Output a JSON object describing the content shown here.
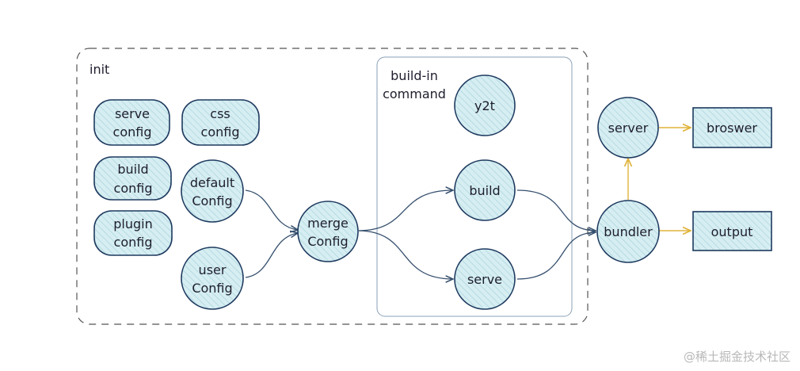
{
  "groups": {
    "init": "init",
    "buildin_line1": "build-in",
    "buildin_line2": "command"
  },
  "nodes": {
    "serve_config": [
      "serve",
      "config"
    ],
    "css_config": [
      "css",
      "config"
    ],
    "build_config": [
      "build",
      "config"
    ],
    "default_config": [
      "default",
      "Config"
    ],
    "plugin_config": [
      "plugin",
      "config"
    ],
    "user_config": [
      "user",
      "Config"
    ],
    "merge_config": [
      "merge",
      "Config"
    ],
    "y2t": [
      "y2t"
    ],
    "build": [
      "build"
    ],
    "serve": [
      "serve"
    ],
    "server": [
      "server"
    ],
    "bundler": [
      "bundler"
    ],
    "broswer": [
      "broswer"
    ],
    "output": [
      "output"
    ]
  },
  "watermark": "@稀土掘金技术社区",
  "colors": {
    "stroke": "#1e3a5f",
    "fill": "#cfe9ee",
    "flow_arrow": "#36506e",
    "accent_arrow": "#e0b43c",
    "group_border": "#555555",
    "inner_border": "#8aa0b8"
  }
}
